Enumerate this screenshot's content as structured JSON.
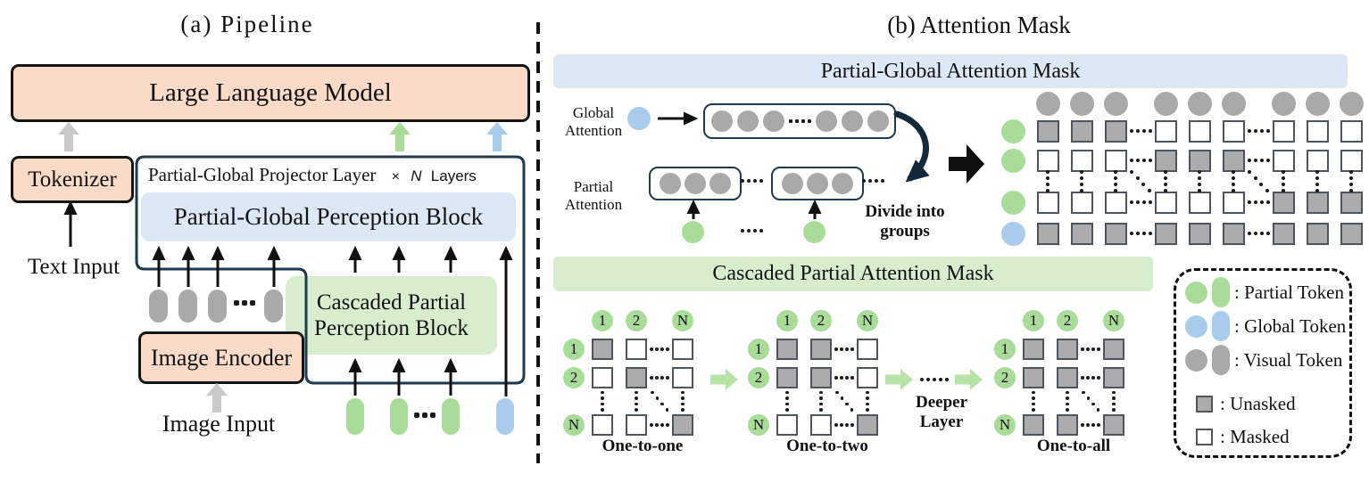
{
  "colors": {
    "peach": "#fadbc8",
    "light_blue": "#dce8f6",
    "light_green": "#d7edcd",
    "token_green": "#a9dc99",
    "token_blue": "#a9cbec",
    "token_gray": "#a9a9a9",
    "unasked_fill": "#acacac",
    "masked_fill": "#ffffff",
    "navy_border": "#1d3a4e",
    "arrow_gray": "#c9c9c9",
    "cascade_arrow_green": "#b7e3a6"
  },
  "panel_a": {
    "title": "(a) Pipeline",
    "llm": "Large Language Model",
    "tokenizer": "Tokenizer",
    "text_input": "Text Input",
    "projector_title": "Partial-Global Projector Layer",
    "projector_mult": "×",
    "projector_n": "N",
    "projector_layers": "Layers",
    "perception_block": "Partial-Global Perception Block",
    "cascaded_line1": "Cascaded Partial",
    "cascaded_line2": "Perception Block",
    "image_encoder": "Image Encoder",
    "image_input": "Image Input"
  },
  "panel_b": {
    "title": "(b) Attention Mask",
    "pg_banner": "Partial-Global Attention Mask",
    "global_label_1": "Global",
    "global_label_2": "Attention",
    "partial_label_1": "Partial",
    "partial_label_2": "Attention",
    "divide_1": "Divide into",
    "divide_2": "groups",
    "cascaded_banner": "Cascaded Partial Attention Mask",
    "deeper_1": "Deeper",
    "deeper_2": "Layer"
  },
  "masks": {
    "pg": {
      "row_labels": [
        "partial",
        "partial",
        "partial",
        "global"
      ],
      "rows": [
        [
          "U",
          "U",
          "U",
          "M",
          "M",
          "M",
          "M",
          "M",
          "M"
        ],
        [
          "M",
          "M",
          "M",
          "U",
          "U",
          "U",
          "M",
          "M",
          "M"
        ],
        [
          "M",
          "M",
          "M",
          "M",
          "M",
          "M",
          "U",
          "U",
          "U"
        ],
        [
          "U",
          "U",
          "U",
          "U",
          "U",
          "U",
          "U",
          "U",
          "U"
        ]
      ]
    },
    "cascaded": [
      {
        "title": "One-to-one",
        "col_labels": [
          "1",
          "2",
          "N"
        ],
        "row_labels": [
          "1",
          "2",
          "N"
        ],
        "cells": [
          [
            "U",
            "M",
            "M"
          ],
          [
            "M",
            "U",
            "M"
          ],
          [
            "M",
            "M",
            "U"
          ]
        ]
      },
      {
        "title": "One-to-two",
        "col_labels": [
          "1",
          "2",
          "N"
        ],
        "row_labels": [
          "1",
          "2",
          "N"
        ],
        "cells": [
          [
            "U",
            "U",
            "M"
          ],
          [
            "U",
            "U",
            "M"
          ],
          [
            "M",
            "M",
            "U"
          ]
        ]
      },
      {
        "title": "One-to-all",
        "col_labels": [
          "1",
          "2",
          "N"
        ],
        "row_labels": [
          "1",
          "2",
          "N"
        ],
        "cells": [
          [
            "U",
            "U",
            "U"
          ],
          [
            "U",
            "U",
            "U"
          ],
          [
            "U",
            "U",
            "U"
          ]
        ]
      }
    ]
  },
  "legend": {
    "items": [
      {
        "symbol": "partial-token",
        "label": ": Partial Token"
      },
      {
        "symbol": "global-token",
        "label": ": Global Token"
      },
      {
        "symbol": "visual-token",
        "label": ": Visual Token"
      },
      {
        "symbol": "unasked",
        "label": ": Unasked"
      },
      {
        "symbol": "masked",
        "label": ": Masked"
      }
    ]
  }
}
